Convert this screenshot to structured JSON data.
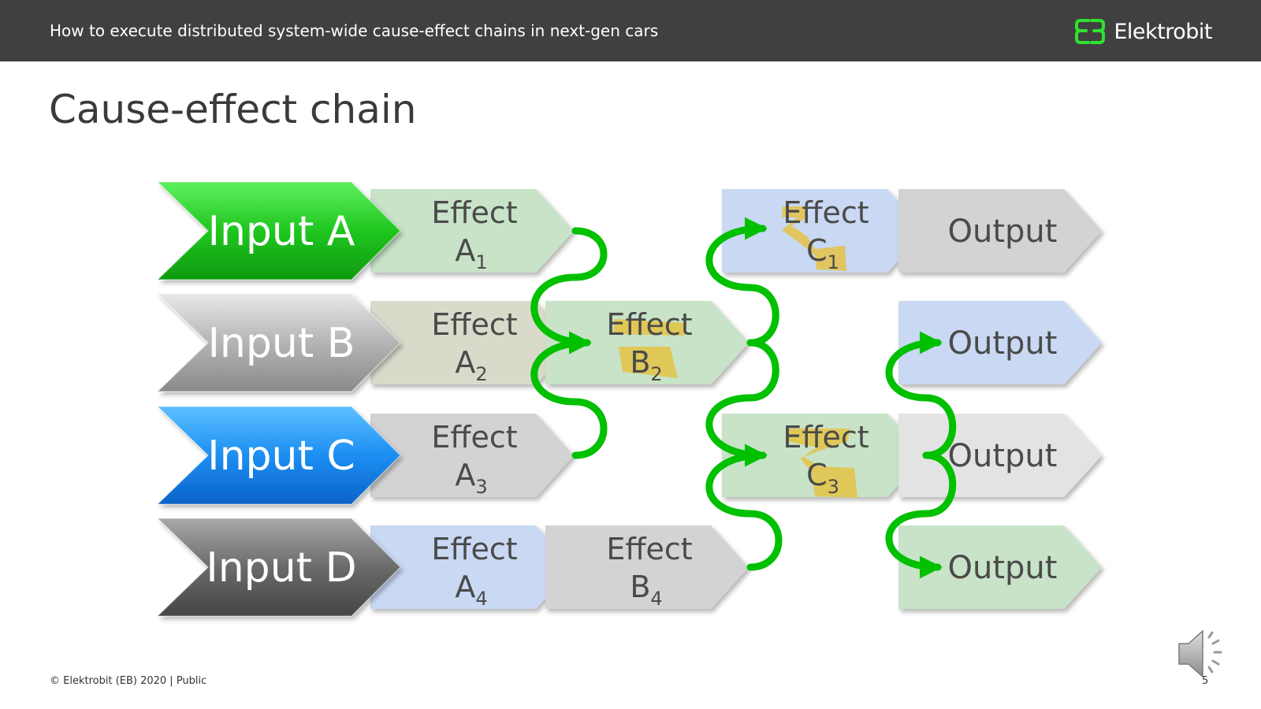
{
  "header": {
    "title": "How to execute distributed system-wide cause-effect chains in next-gen cars",
    "logo_text": "Elektrobit"
  },
  "slide": {
    "title": "Cause-effect chain"
  },
  "footer": {
    "copyright": "© Elektrobit (EB) 2020 | Public",
    "page": "5"
  },
  "colors": {
    "green_bright": "#22c322",
    "grey": "#a6a6a6",
    "blue": "#1e8ef0",
    "dark_grey": "#626262",
    "light_green": "#c8e3c8",
    "light_blue": "#c9d8f3",
    "light_grey": "#d3d3d3",
    "olive_grey": "#dadacb",
    "lighter_grey": "#e3e3e3",
    "connector": "#00c000",
    "highlight": "#e6c03c"
  },
  "diagram": {
    "inputs": [
      {
        "label": "Input A",
        "color": "green_bright"
      },
      {
        "label": "Input B",
        "color": "grey"
      },
      {
        "label": "Input C",
        "color": "blue"
      },
      {
        "label": "Input D",
        "color": "dark_grey"
      }
    ],
    "effects": [
      {
        "id": "A1",
        "word": "Effect",
        "letter": "A",
        "sub": "1",
        "color": "light_green"
      },
      {
        "id": "A2",
        "word": "Effect",
        "letter": "A",
        "sub": "2",
        "color": "olive_grey"
      },
      {
        "id": "A3",
        "word": "Effect",
        "letter": "A",
        "sub": "3",
        "color": "light_grey"
      },
      {
        "id": "A4",
        "word": "Effect",
        "letter": "A",
        "sub": "4",
        "color": "light_blue"
      },
      {
        "id": "B2",
        "word": "Effect",
        "letter": "B",
        "sub": "2",
        "color": "light_green",
        "highlighted": true
      },
      {
        "id": "B4",
        "word": "Effect",
        "letter": "B",
        "sub": "4",
        "color": "light_grey"
      },
      {
        "id": "C1",
        "word": "Effect",
        "letter": "C",
        "sub": "1",
        "color": "light_blue",
        "highlighted": true
      },
      {
        "id": "C3",
        "word": "Effect",
        "letter": "C",
        "sub": "3",
        "color": "light_green",
        "highlighted": true
      }
    ],
    "outputs": [
      {
        "label": "Output",
        "color": "light_grey"
      },
      {
        "label": "Output",
        "color": "light_blue"
      },
      {
        "label": "Output",
        "color": "lighter_grey"
      },
      {
        "label": "Output",
        "color": "light_green"
      }
    ]
  }
}
